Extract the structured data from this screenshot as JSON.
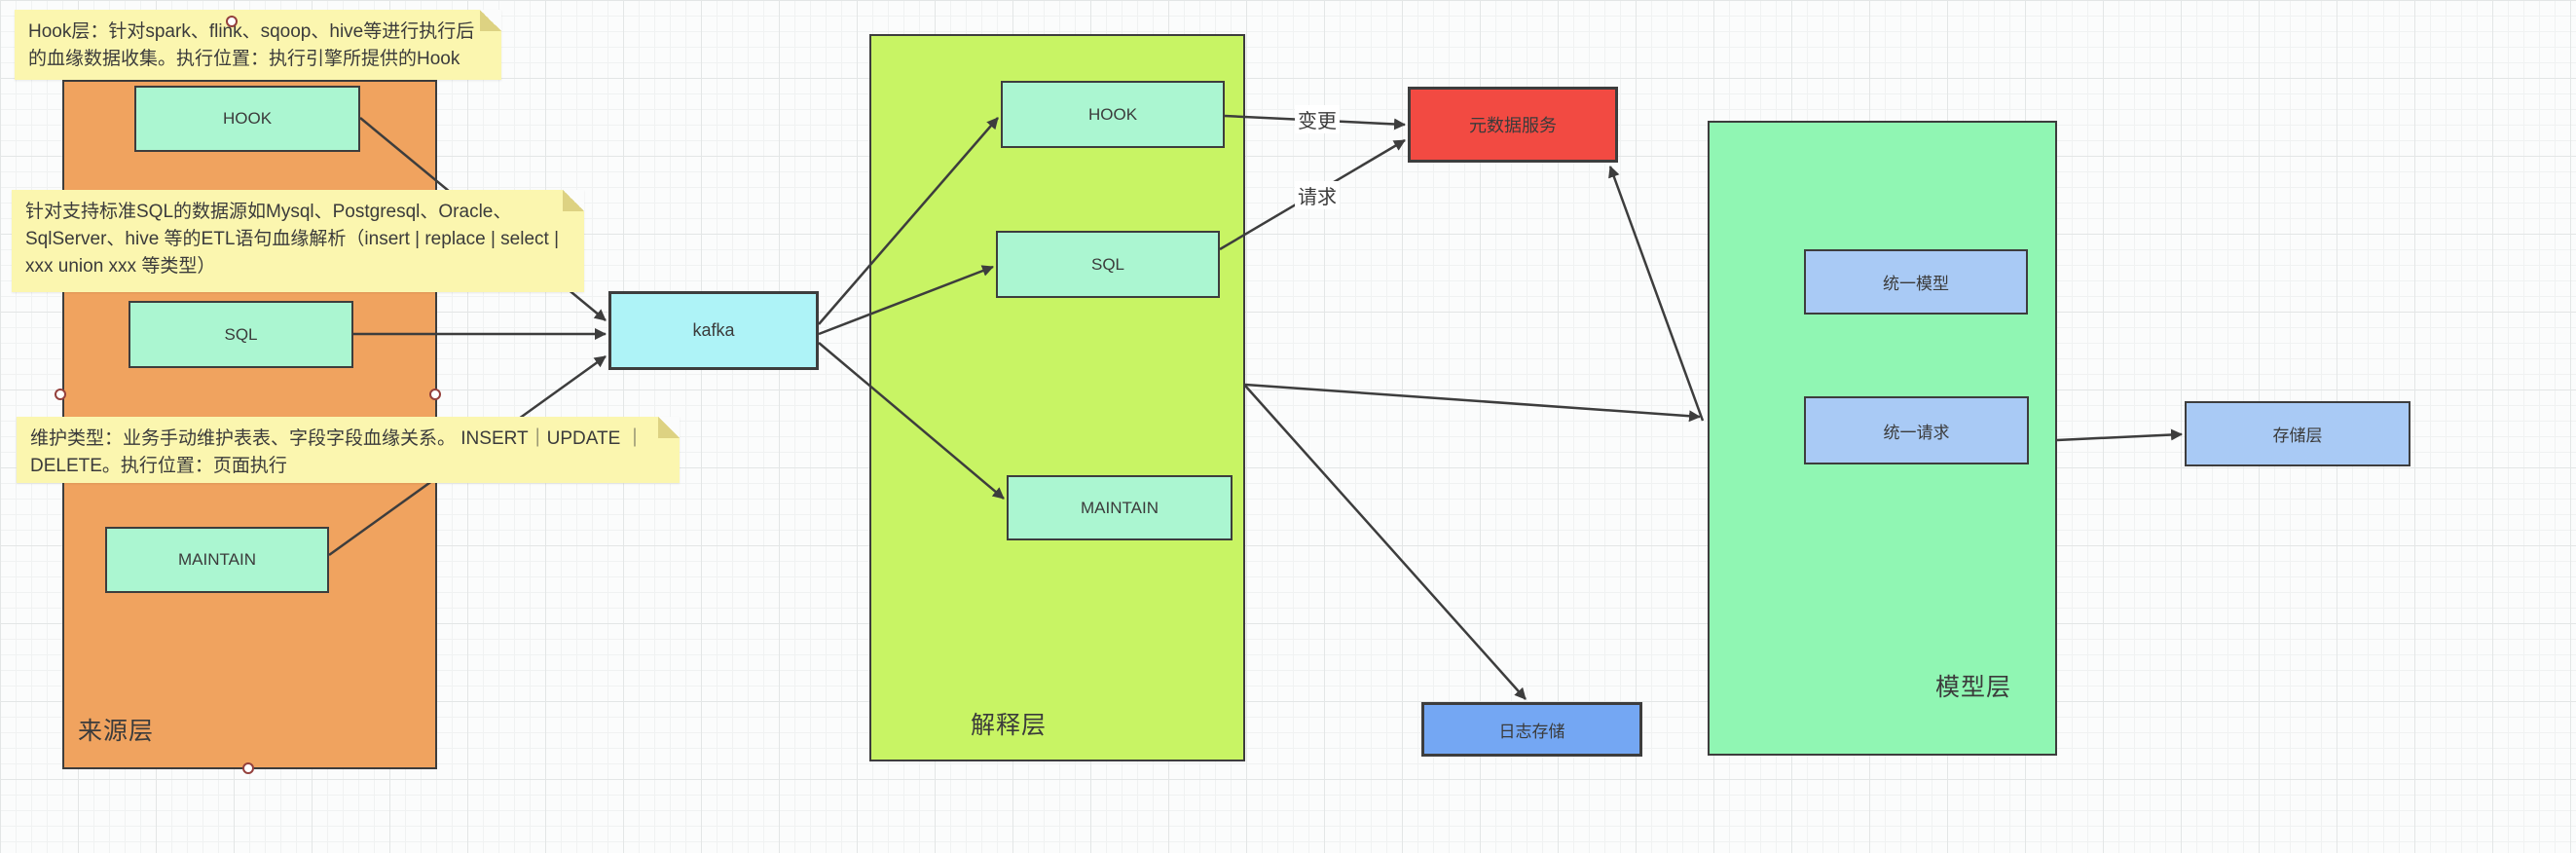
{
  "diagram": {
    "notes": {
      "hook_note": "Hook层：针对spark、flink、sqoop、hive等进行执行后的血缘数据收集。执行位置：执行引擎所提供的Hook",
      "sql_note": "针对支持标准SQL的数据源如Mysql、Postgresql、Oracle、SqlServer、hive 等的ETL语句血缘解析（insert | replace | select | xxx union xxx  等类型）",
      "maintain_note": "维护类型：业务手动维护表表、字段字段血缘关系。 INSERT｜UPDATE ｜DELETE。执行位置：页面执行"
    },
    "layers": {
      "source": {
        "label": "来源层",
        "boxes": {
          "hook": "HOOK",
          "sql": "SQL",
          "maintain": "MAINTAIN"
        }
      },
      "interpret": {
        "label": "解释层",
        "boxes": {
          "hook": "HOOK",
          "sql": "SQL",
          "maintain": "MAINTAIN"
        }
      },
      "model": {
        "label": "模型层",
        "boxes": {
          "unified_model": "统一模型",
          "unified_request": "统一请求"
        }
      }
    },
    "nodes": {
      "kafka": "kafka",
      "metadata_service": "元数据服务",
      "log_storage": "日志存储",
      "storage_layer": "存储层"
    },
    "edge_labels": {
      "change": "变更",
      "request": "请求"
    },
    "colors": {
      "source_layer": "#f0a35f",
      "interpret_layer": "#c8f464",
      "model_layer": "#90f6b3",
      "mint_box": "#abf6d1",
      "kafka_box": "#aef3f7",
      "metadata_service": "#f24a42",
      "log_storage": "#74a7f3",
      "blue_box": "#a9caf5",
      "note": "#fbf6af",
      "note_fold": "#ddd282",
      "stroke": "#3d3d3d"
    }
  }
}
